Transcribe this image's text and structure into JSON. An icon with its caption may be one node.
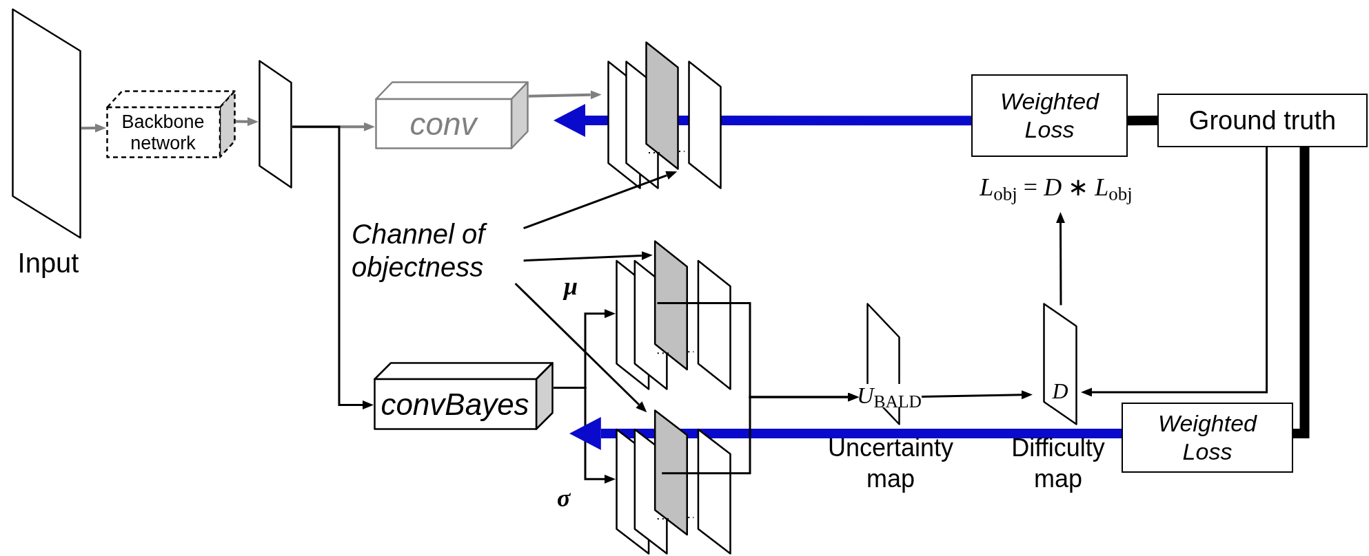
{
  "diagram": {
    "nodes": [
      {
        "text": [
          "Input"
        ]
      },
      {
        "text": [
          "Backbone network"
        ]
      },
      {
        "text": [],
        "shape": "parallelogram"
      },
      {
        "text": [
          "conv"
        ]
      },
      {
        "text": [],
        "shape": "stack"
      },
      {
        "text": [
          "Weighted Loss"
        ]
      },
      {
        "text": [
          "Ground truth"
        ]
      },
      {
        "text": [
          "*L*$_{obj}$ = *D* ∗ *L*$_{obj}$"
        ]
      },
      {
        "text": [
          "Channel of objectness"
        ]
      },
      {
        "text": [
          "convBayes"
        ]
      },
      {
        "text": [],
        "shape": "stack"
      },
      {
        "text": [],
        "shape": "stack"
      },
      {
        "text": [
          "*U*$_{BALD}$"
        ],
        "beside": [
          "Uncertainty map"
        ]
      },
      {
        "text": [
          "D"
        ],
        "beside": [
          "Difficulty map"
        ]
      },
      {
        "text": [
          "Weighted Loss"
        ]
      }
    ],
    "edges": [
      {
        "from": 0,
        "to": 1,
        "arrow": "to",
        "color": "#808080"
      },
      {
        "from": 1,
        "to": 2,
        "arrow": "to",
        "color": "#808080"
      },
      {
        "from": 2,
        "to": 3,
        "arrow": "to",
        "color": "#808080"
      },
      {
        "from": 2,
        "to": 9,
        "arrow": "to"
      },
      {
        "from": 3,
        "to": 4,
        "arrow": "to",
        "color": "#808080"
      },
      {
        "from": 5,
        "to": 4,
        "arrow": "to",
        "style": "thick",
        "color": "#0a0acd"
      },
      {
        "from": 6,
        "to": 5,
        "arrow": "none",
        "style": "thick"
      },
      {
        "from": 8,
        "to": 4,
        "arrow": "to"
      },
      {
        "from": 8,
        "to": 10,
        "arrow": "to"
      },
      {
        "from": 8,
        "to": 11,
        "arrow": "to"
      },
      {
        "from": 9,
        "to": 10,
        "arrow": "to"
      },
      {
        "from": 9,
        "to": 11,
        "arrow": "to"
      },
      {
        "from": 10,
        "to": 12,
        "arrow": "to"
      },
      {
        "from": 11,
        "to": 12,
        "arrow": "to"
      },
      {
        "from": 12,
        "to": 13,
        "arrow": "to"
      },
      {
        "from": 13,
        "to": 7,
        "arrow": "to"
      },
      {
        "from": 6,
        "to": 13,
        "arrow": "to"
      },
      {
        "from": 14,
        "to": 11,
        "arrow": "to",
        "style": "thick",
        "color": "#0a0acd"
      },
      {
        "from": 6,
        "to": 14,
        "arrow": "none",
        "style": "thick"
      }
    ],
    "labels": [
      "μ",
      "σ"
    ]
  }
}
